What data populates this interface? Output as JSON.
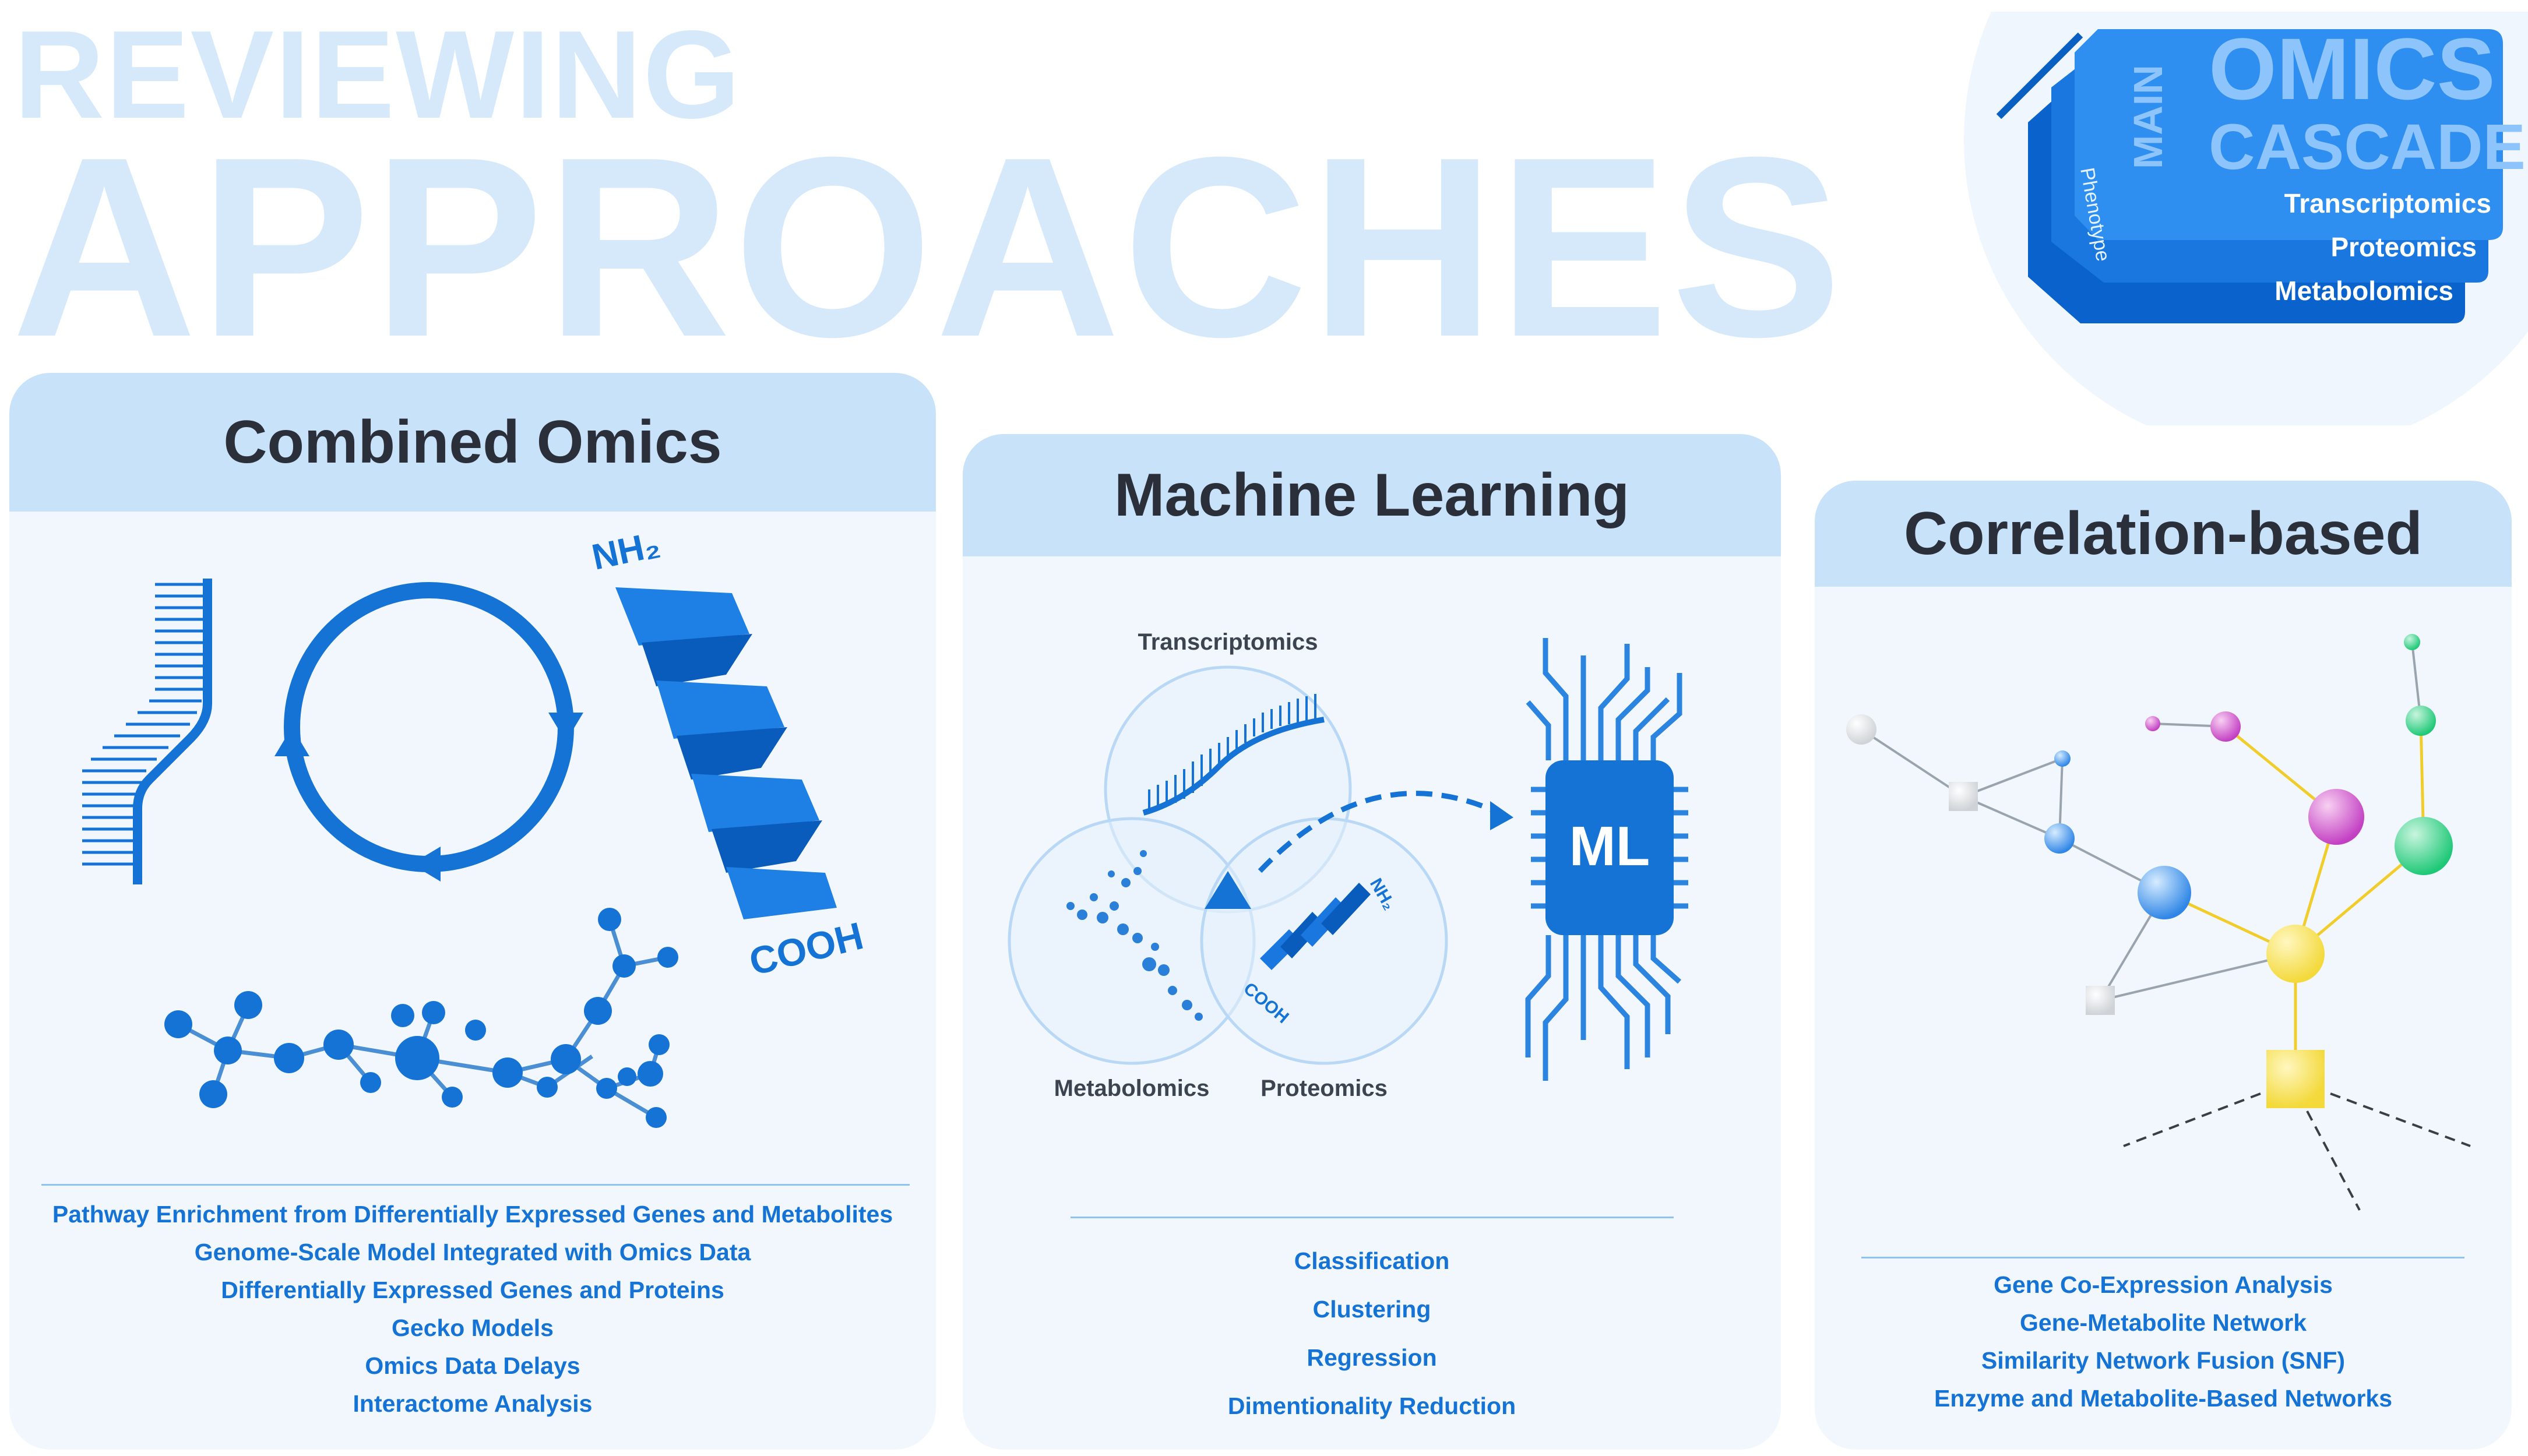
{
  "header": {
    "line1": "REVIEWING",
    "line2": "APPROACHES"
  },
  "badge": {
    "title_main": "MAIN",
    "title_omics": "OMICS",
    "title_cascade": "CASCADE",
    "phenotype": "Phenotype",
    "layers": [
      "Transcriptomics",
      "Proteomics",
      "Metabolomics"
    ]
  },
  "panels": {
    "combined": {
      "title": "Combined Omics",
      "amino": "NH₂",
      "carboxyl": "COOH",
      "items": [
        "Pathway Enrichment from Differentially Expressed Genes and Metabolites",
        "Genome-Scale Model Integrated with Omics Data",
        "Differentially Expressed Genes and Proteins",
        "Gecko Models",
        "Omics Data Delays",
        "Interactome Analysis"
      ]
    },
    "ml": {
      "title": "Machine Learning",
      "venn": [
        "Transcriptomics",
        "Metabolomics",
        "Proteomics"
      ],
      "chip_label": "ML",
      "amino": "NH₂",
      "carboxyl": "COOH",
      "items": [
        "Classification",
        "Clustering",
        "Regression",
        "Dimentionality Reduction"
      ]
    },
    "correlation": {
      "title": "Correlation-based",
      "items": [
        "Gene Co-Expression Analysis",
        "Gene-Metabolite Network",
        "Similarity Network Fusion (SNF)",
        "Enzyme and Metabolite-Based Networks"
      ]
    }
  },
  "colors": {
    "accent_blue": "#1573d6",
    "panel_head": "#c8e2f9",
    "panel_body": "#f2f7fd",
    "title_text": "#2b2f3a",
    "watermark": "#d6e9fb"
  }
}
